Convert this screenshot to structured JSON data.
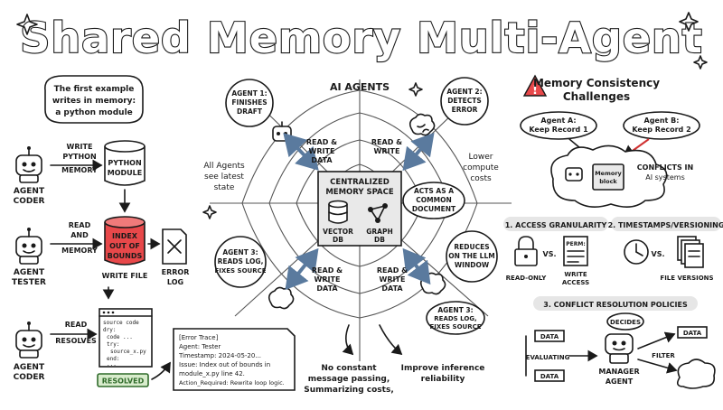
{
  "title": "Shared Memory Multi-Agent",
  "left": {
    "intro": [
      "The first example",
      "writes in memory:",
      "a python module"
    ],
    "write_label": [
      "WRITE",
      "PYTHON",
      "MEMORY"
    ],
    "python_module": [
      "PYTHON",
      "MODULE"
    ],
    "agent_coder": [
      "AGENT",
      "CODER"
    ],
    "read_memory": [
      "READ",
      "AND",
      "MEMORY"
    ],
    "index_error": [
      "INDEX",
      "OUT OF",
      "BOUNDS"
    ],
    "agent_tester": [
      "AGENT",
      "TESTER"
    ],
    "write_file": "WRITE FILE",
    "error_log": [
      "ERROR",
      "LOG"
    ],
    "read_resolves": [
      "READ",
      "RESOLVES"
    ],
    "code_lines": [
      "source code",
      "dry:",
      "code ...",
      "try:",
      "source_x.py",
      "end:",
      "..."
    ],
    "agent_coder2": [
      "AGENT",
      "CODER"
    ],
    "resolved": "RESOLVED",
    "error_trace": [
      "[Error Trace]",
      "Agent: Tester",
      "Timestamp: 2024-05-20...",
      "Issue: Index out of bounds in",
      "  module_x.py line 42.",
      "Action_Required: Rewrite loop logic."
    ]
  },
  "center": {
    "heading": "AI AGENTS",
    "agent1": [
      "AGENT 1:",
      "FINISHES",
      "DRAFT"
    ],
    "agent2": [
      "AGENT 2:",
      "DETECTS",
      "ERROR"
    ],
    "agent3a": [
      "AGENT 3:",
      "READS LOG,",
      "FIXES SOURCE"
    ],
    "agent3b": [
      "AGENT 3:",
      "READS LOG,",
      "FIXES SOURCE"
    ],
    "rw_left_top": [
      "READ &",
      "WRITE",
      "DATA"
    ],
    "rw_right_top": [
      "READ &",
      "WRITE"
    ],
    "rw_left_bottom": [
      "READ &",
      "WRITE",
      "DATA"
    ],
    "rw_right_bottom": [
      "READ &",
      "WRITE",
      "DATA"
    ],
    "all_agents": [
      "All Agents",
      "see latest",
      "state"
    ],
    "lower_compute": [
      "Lower",
      "compute",
      "costs"
    ],
    "centralized": [
      "CENTRALIZED",
      "MEMORY SPACE"
    ],
    "vector_db": [
      "VECTOR",
      "DB"
    ],
    "graph_db": [
      "GRAPH",
      "DB"
    ],
    "common_doc": [
      "ACTS AS A",
      "COMMON",
      "DOCUMENT"
    ],
    "reduces": [
      "REDUCES",
      "ON THE LLM",
      "WINDOW"
    ],
    "no_constant": [
      "No constant",
      "message passing,",
      "Summarizing costs,"
    ],
    "improve": [
      "Improve inference",
      "reliability"
    ]
  },
  "right": {
    "challenges_title": [
      "Memory Consistency",
      "Challenges"
    ],
    "agent_a": [
      "Agent A:",
      "Keep Record 1"
    ],
    "agent_b": [
      "Agent B:",
      "Keep Record 2"
    ],
    "memory_block": [
      "Memory",
      "block"
    ],
    "conflicts": [
      "CONFLICTS IN",
      "AI systems"
    ],
    "section1": "1. ACCESS GRANULARITY",
    "section2": "2. TIMESTAMPS/VERSIONING",
    "read_only": "READ-ONLY",
    "vs1": "VS.",
    "perm": "PERM:",
    "write_access": [
      "WRITE",
      "ACCESS"
    ],
    "vs2": "VS.",
    "file_versions": "FILE VERSIONS",
    "section3": "3. CONFLICT RESOLUTION POLICIES",
    "data1": "DATA",
    "evaluating": "EVALUATING",
    "data2": "DATA",
    "decides": "DECIDES",
    "manager": [
      "MANAGER",
      "AGENT"
    ],
    "filter": "FILTER",
    "data3": "DATA"
  }
}
